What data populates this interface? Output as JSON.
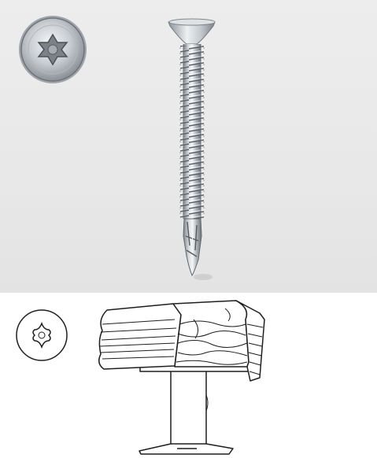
{
  "product": {
    "head_drive": "torx-drive",
    "head_type": "countersunk",
    "tip_type": "self-drilling",
    "finish": "zinc-plated"
  },
  "colors": {
    "photo_background": "#e9e9e9",
    "metal_light": "#f2f4f6",
    "metal_mid": "#b9bec4",
    "metal_dark": "#6f757c",
    "line_art": "#1e1e1e",
    "drawing_background": "#ffffff"
  },
  "icons": [
    "screw-head-photo-icon",
    "screw-photo",
    "torx-drive-icon",
    "timber-on-steel-beam-illustration"
  ]
}
